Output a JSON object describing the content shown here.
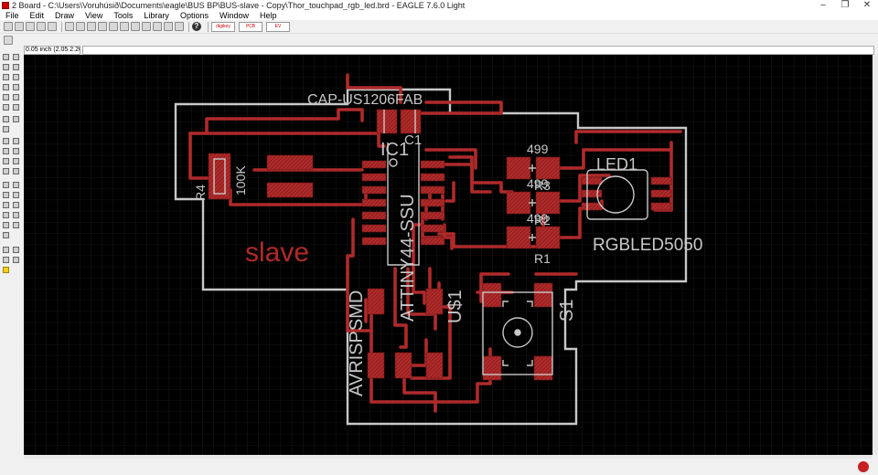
{
  "window": {
    "title": "2 Board - C:\\Users\\Voruhúsið\\Documents\\eagle\\BUS BP\\BUS-slave - Copy\\Thor_touchpad_rgb_led.brd - EAGLE 7.6.0 Light",
    "minimize": "–",
    "maximize": "❐",
    "close": "✕"
  },
  "menu": [
    "File",
    "Edit",
    "Draw",
    "View",
    "Tools",
    "Library",
    "Options",
    "Window",
    "Help"
  ],
  "toolbar": {
    "digikey_label": "digikey",
    "pcb_label": "PCB",
    "eval_label": "EV",
    "help_label": "?"
  },
  "command": {
    "coordinate": "0.05 inch (2.05 2.20)",
    "value": ""
  },
  "board": {
    "labels": {
      "cap_package": "CAP-US1206FAB",
      "c1": "C1",
      "ic1": "IC1",
      "r4": "R4",
      "r4_value": "100K",
      "chip_package": "ATTINY44-SSU",
      "slave": "slave",
      "r_value_1": "499",
      "r_value_2": "499",
      "r_value_3": "499",
      "r3": "R3",
      "r2": "R2",
      "r1": "R1",
      "led1": "LED1",
      "led_package": "RGBLED5050",
      "isp_package": "AVRISPSMD",
      "usd": "U$1",
      "s1": "S1"
    }
  },
  "colors": {
    "background": "#000000",
    "copper": "#b02a2a",
    "outline": "#c8c8c8",
    "grid": "#2a2a2a"
  }
}
